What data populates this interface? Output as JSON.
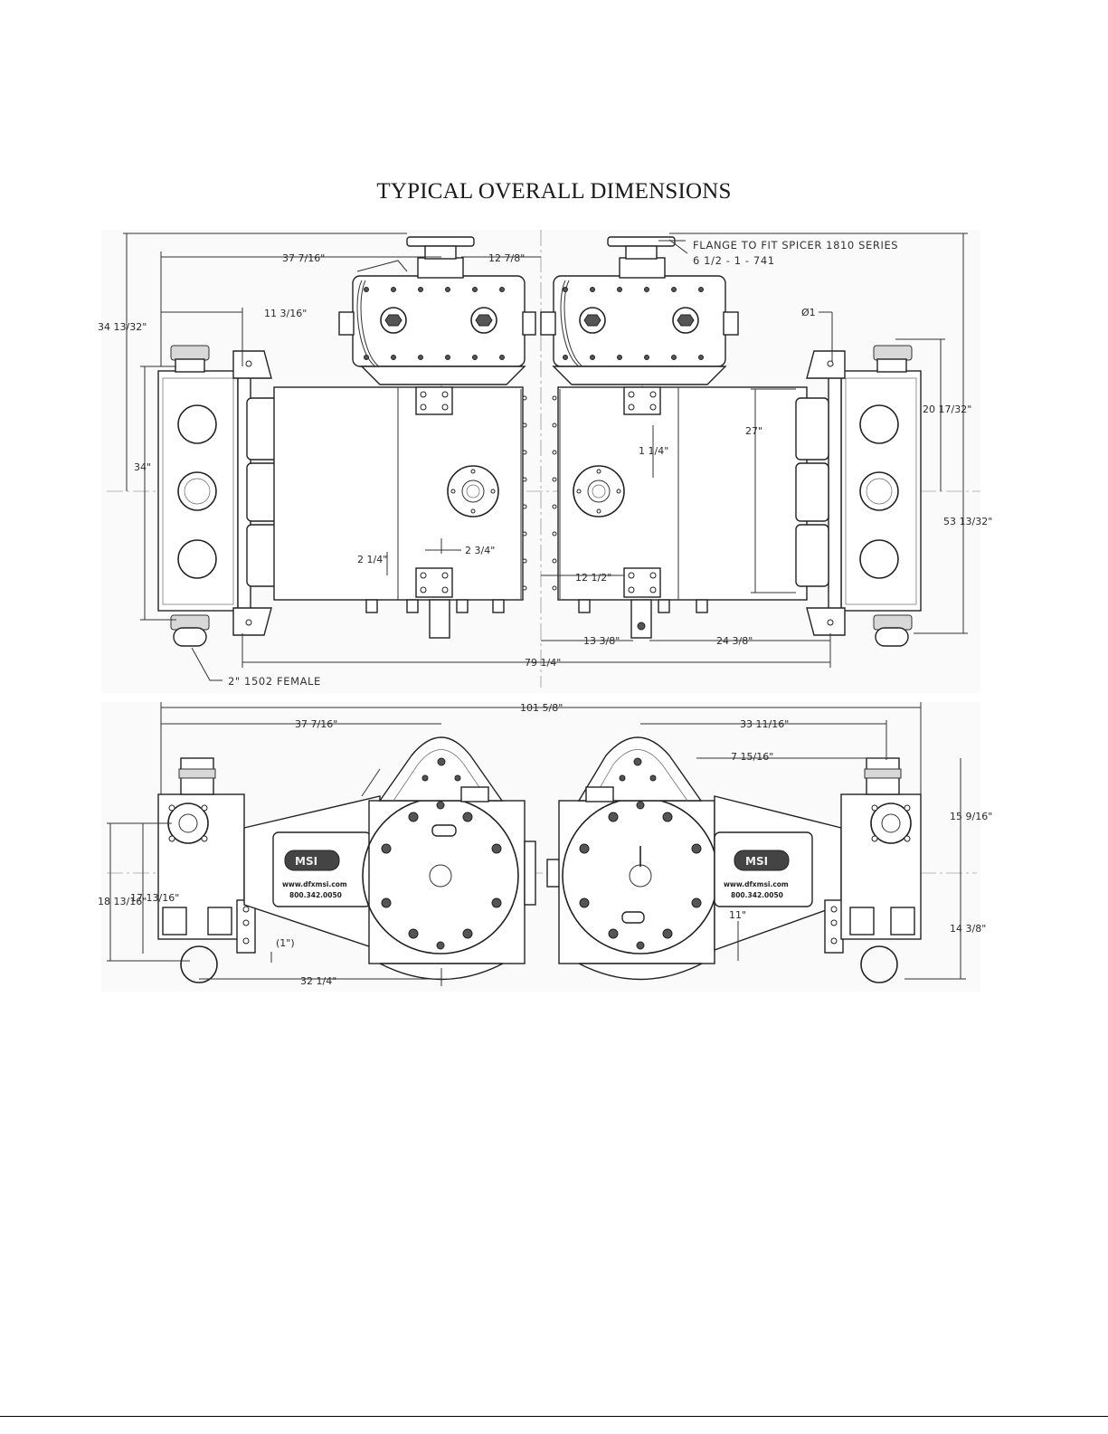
{
  "page": {
    "title": "TYPICAL OVERALL DIMENSIONS"
  },
  "notes": {
    "flange_line1": "FLANGE TO FIT SPICER 1810 SERIES",
    "flange_line2": "6 1/2 - 1 - 741",
    "female_conn": "2\" 1502 FEMALE"
  },
  "top_view": {
    "dims": {
      "d_37_7_16": "37 7/16\"",
      "d_12_7_8": "12 7/8\"",
      "d_34_13_32": "34 13/32\"",
      "d_11_3_16": "11 3/16\"",
      "d_34": "34\"",
      "d_2_1_4": "2 1/4\"",
      "d_2_3_4": "2 3/4\"",
      "d_1_1_4": "1 1/4\"",
      "d_27": "27\"",
      "d_12_1_2": "12 1/2\"",
      "d_phi1": "Ø1",
      "d_20_17_32": "20 17/32\"",
      "d_53_13_32": "53 13/32\"",
      "d_13_3_8": "13 3/8\"",
      "d_24_3_8": "24 3/8\"",
      "d_79_1_4": "79 1/4\""
    }
  },
  "side_view": {
    "dims": {
      "d_101_5_8": "101 5/8\"",
      "d_37_7_16": "37 7/16\"",
      "d_33_11_16": "33 11/16\"",
      "d_7_15_16": "7 15/16\"",
      "d_15_9_16": "15 9/16\"",
      "d_18_13_16": "18 13/16\"",
      "d_17_13_16": "17 13/16\"",
      "d_14_3_8": "14 3/8\"",
      "d_1": "(1\")",
      "d_11": "11\"",
      "d_32_1_4": "32 1/4\""
    },
    "logo": "MSI",
    "website": "www.dfxmsi.com",
    "phone": "800.342.0050"
  }
}
